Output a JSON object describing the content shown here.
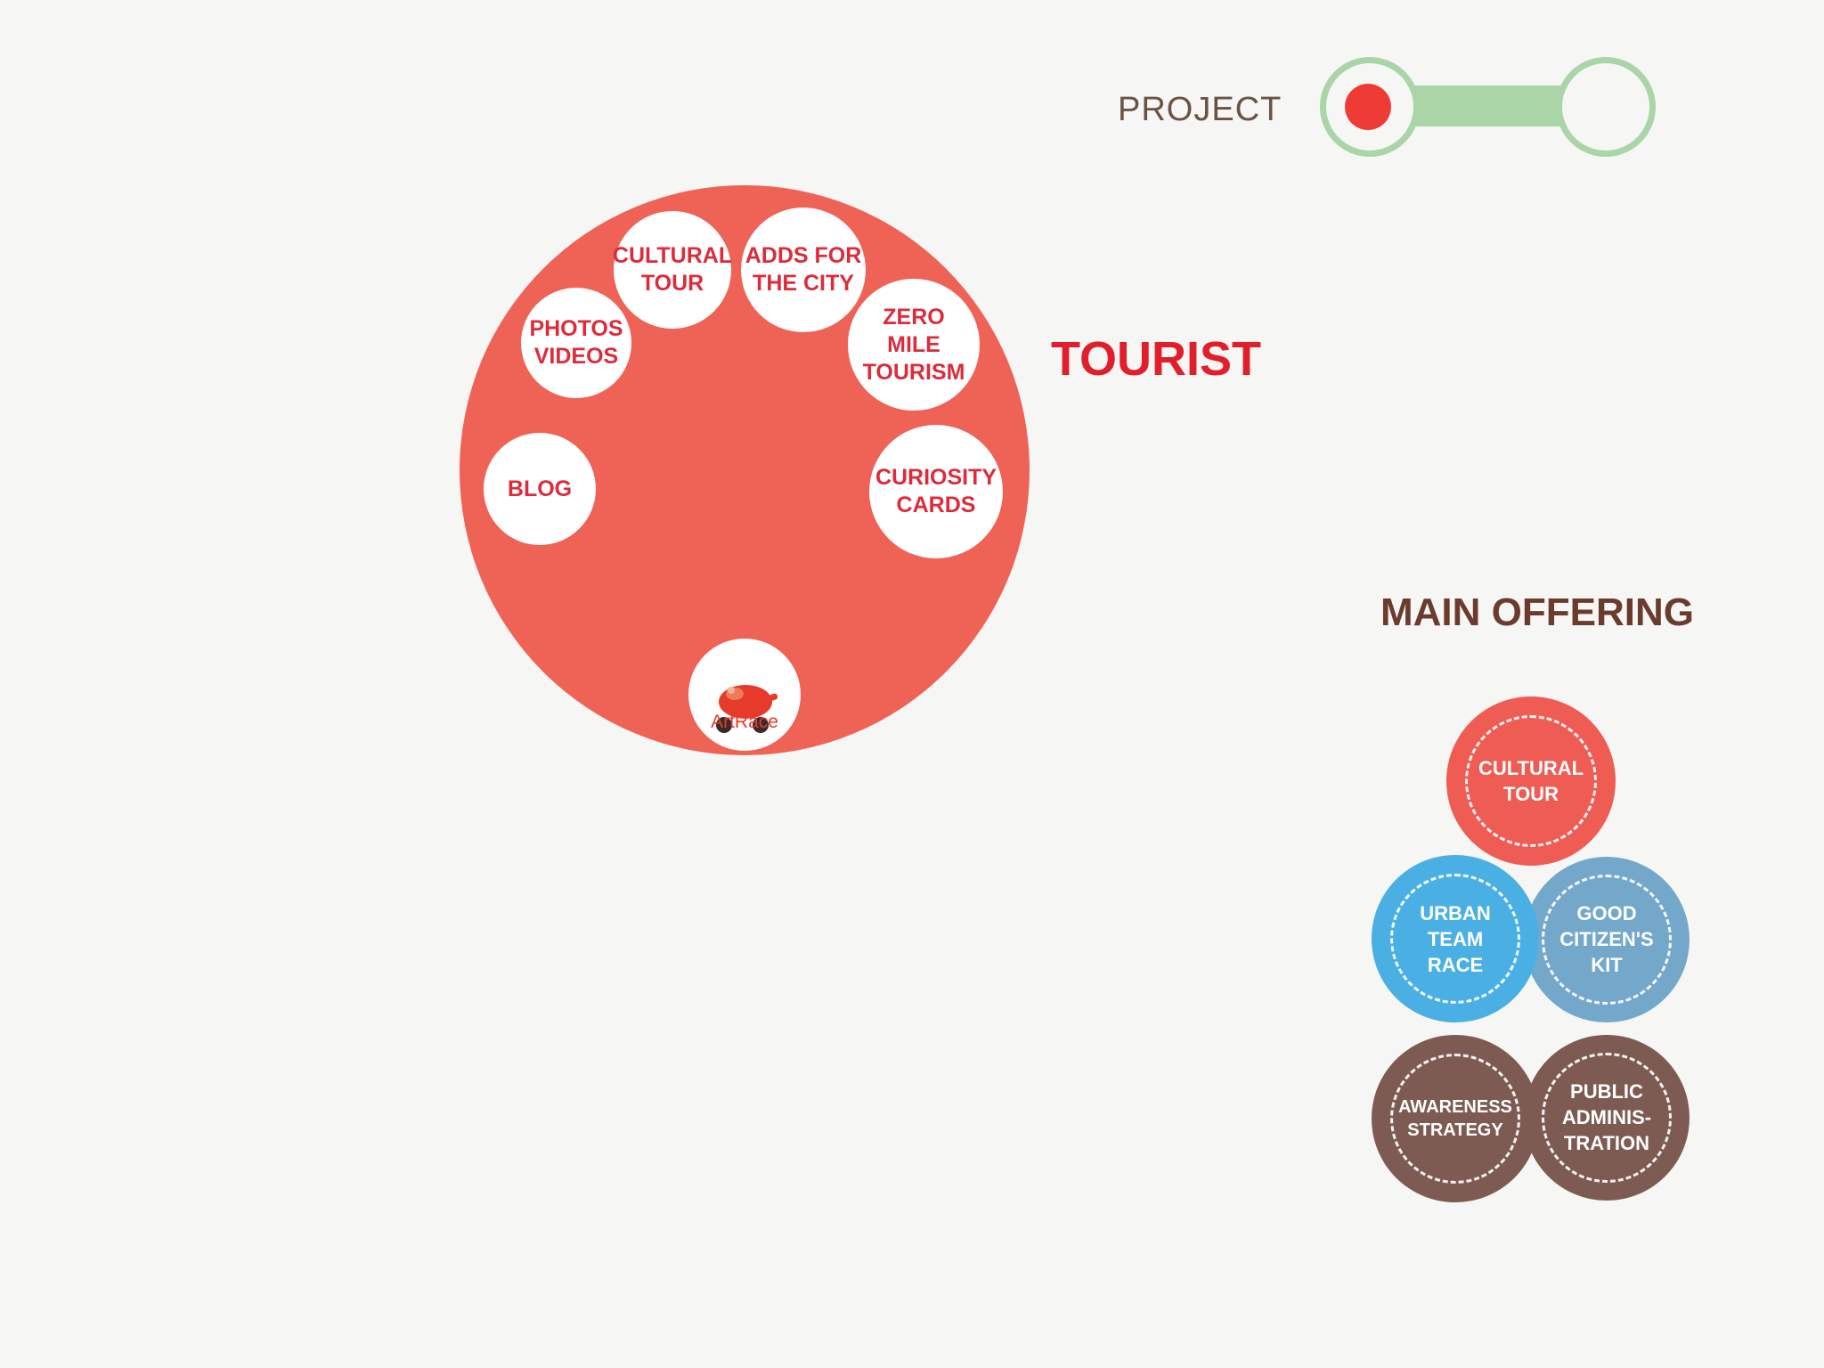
{
  "header": {
    "project_label": "PROJECT"
  },
  "wheel": {
    "role_title": "TOURIST",
    "items": [
      {
        "label": "CULTURAL\nTOUR"
      },
      {
        "label": "ADDS FOR\nTHE CITY"
      },
      {
        "label": "PHOTOS\nVIDEOS"
      },
      {
        "label": "ZERO\nMILE\nTOURISM"
      },
      {
        "label": "BLOG"
      },
      {
        "label": "CURIOSITY\nCARDS"
      }
    ],
    "logo_text": "ArtRace"
  },
  "main_offering": {
    "title": "MAIN OFFERING",
    "items": [
      {
        "label": "CULTURAL\nTOUR",
        "color": "#ee5c53"
      },
      {
        "label": "URBAN\nTEAM\nRACE",
        "color": "#4ab0e4"
      },
      {
        "label": "GOOD\nCITIZEN'S\nKIT",
        "color": "#6fa6c9"
      },
      {
        "label": "AWARENESS\nSTRATEGY",
        "color": "#7d5b52"
      },
      {
        "label": "PUBLIC\nADMINIS-\nTRATION",
        "color": "#7d5b52"
      }
    ]
  },
  "colors": {
    "accent_red": "#ef6256",
    "toggle_green": "#a9d5a7",
    "title_red": "#e11e2b",
    "title_brown": "#6b3c2e"
  }
}
